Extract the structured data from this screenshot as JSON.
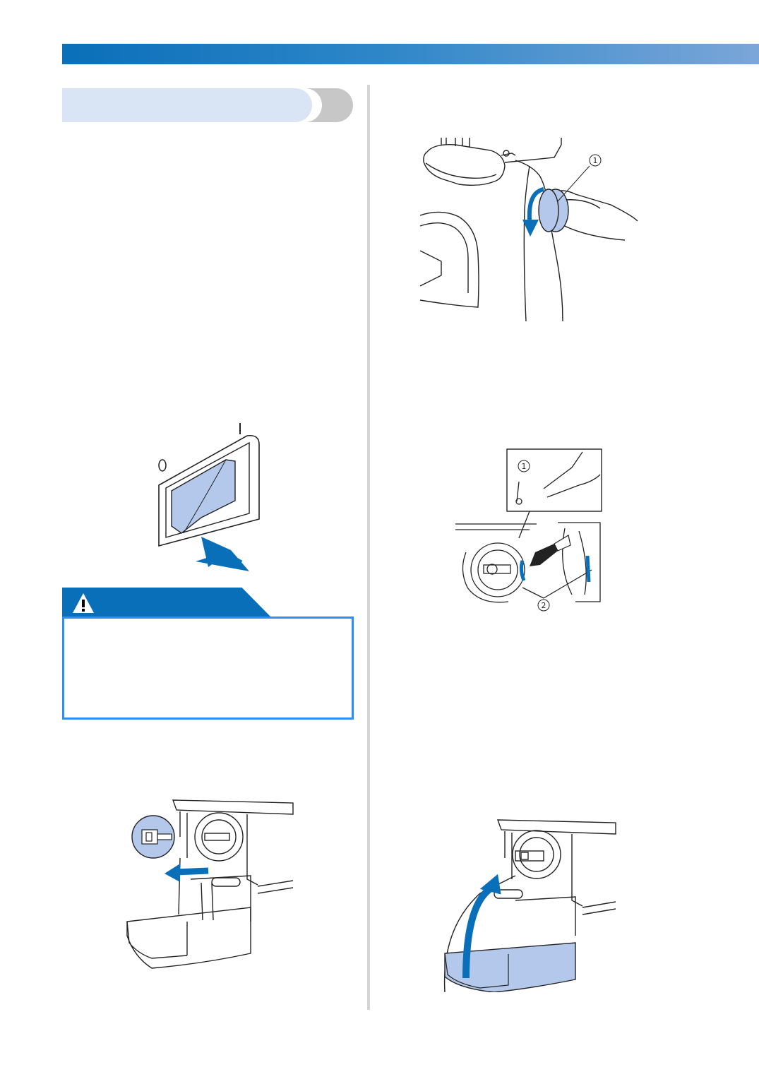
{
  "page": {
    "accent_color": "#0a6fb9",
    "tab_color": "#d9e4f5",
    "highlight_color": "#b4c8ec"
  },
  "figures": {
    "power_switch": {
      "on_mark": "I",
      "off_mark": "O"
    },
    "handwheel": {
      "callout_1": "①"
    },
    "hook_oiling": {
      "callout_1": "①",
      "callout_2": "②"
    }
  },
  "warning": {
    "icon": "warning-triangle-icon"
  }
}
